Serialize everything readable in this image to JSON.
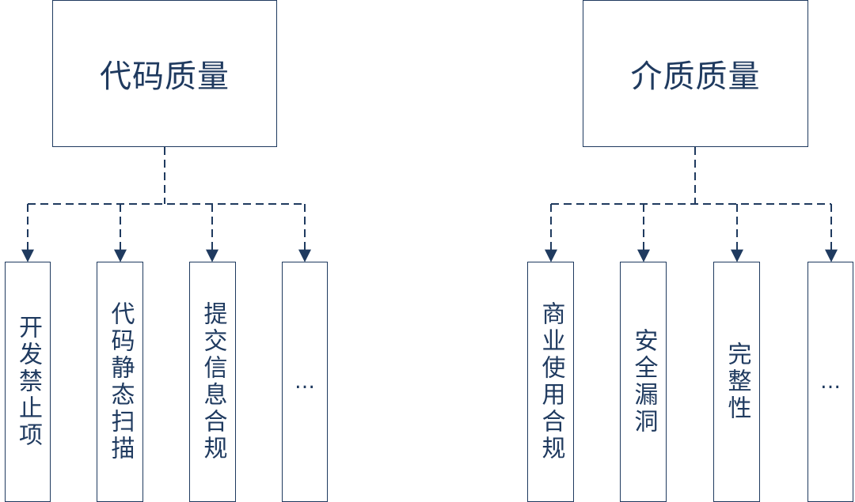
{
  "trees": [
    {
      "root": "代码质量",
      "leaves": [
        "开发禁止项",
        "代码静态扫描",
        "提交信息合规",
        "…"
      ]
    },
    {
      "root": "介质质量",
      "leaves": [
        "商业使用合规",
        "安全漏洞",
        "完整性",
        "…"
      ]
    }
  ],
  "colors": {
    "stroke": "#1f3a5f",
    "text": "#1f3a5f"
  }
}
